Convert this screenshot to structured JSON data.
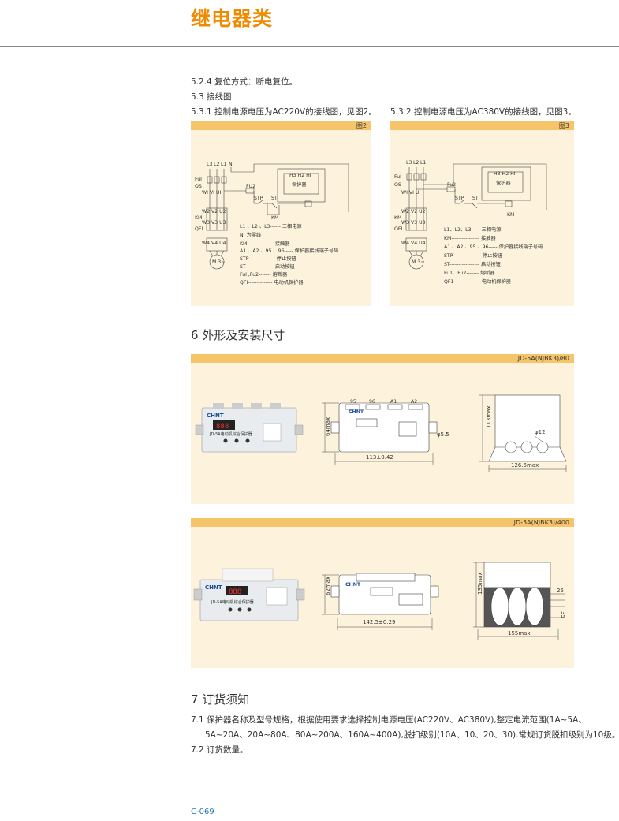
{
  "header": {
    "title": "继电器类"
  },
  "section_5_2_4": "5.2.4 复位方式：断电复位。",
  "section_5_3": "5.3 接线图",
  "section_5_3_1": "5.3.1 控制电源电压为AC220V的接线图，见图2。",
  "section_5_3_2": "5.3.2 控制电源电压为AC380V的接线图，见图3。",
  "fig2": {
    "label": "图2",
    "terminals_top": [
      "L3",
      "L2",
      "L1",
      "N"
    ],
    "fuse": "FuI",
    "qs": "QS",
    "row1": "WI VI UI",
    "row2": "W2 V2 U2",
    "km": "KM",
    "row3": "W3 V3 U3",
    "qf": "QFI",
    "row4": "W4 V4 U4",
    "motor": "M 3~",
    "fu2": "FU2",
    "stp": "STP",
    "st": "ST",
    "km_coil": "KM",
    "protector": "保护器",
    "h_terms": "H3 H2 HI",
    "legend": [
      "L1 、L2 、L3------ 三相电源",
      "N: 为零线",
      "KM--------------- 接触器",
      "A1 、A2 、95 、96----- 保护器接线端子号码",
      "STP--------------- 停止按钮",
      "ST---------------- 启动按钮",
      "FuI ,Fu2------- 熔断器",
      "QFI-------------- 电动机保护器"
    ]
  },
  "fig3": {
    "label": "图3",
    "terminals_top": [
      "L3",
      "L2",
      "L1"
    ],
    "fuse": "FuI",
    "qs": "QS",
    "row1": "WI VI UI",
    "row2": "W2 V2 U2",
    "km": "KM",
    "row3": "W3 V3 U3",
    "qf": "QFI",
    "row4": "W4 V4 U4",
    "motor": "M 3~",
    "fu2": "Fu2",
    "stp": "STP",
    "st": "ST",
    "km_coil": "KM",
    "protector": "保护器",
    "h_terms": "H3 H2 HI",
    "legend": [
      "L1、L2、L3----- 三相电源",
      "KM---------------- 接触器",
      "A1 、A2 、95 、96----- 保护器接线端子号码",
      "STP---------------- 停止按钮",
      "ST----------------- 启动按钮",
      "Fu1、Fu2------- 熔断器",
      "QF1--------------- 电动机保护器"
    ]
  },
  "section_6": "6 外形及安装尺寸",
  "dims80": {
    "model": "JD-5A(NJBK3)/80",
    "terminals": [
      "95",
      "96",
      "A1",
      "A2"
    ],
    "height": "64max",
    "width": "113±0.42",
    "hole": "φ5.5",
    "height3": "113max",
    "width3": "126.5max",
    "dia": "φ12",
    "brand": "CHNT",
    "device_name": "JD-5A电动机综合保护器",
    "display": "888"
  },
  "dims400": {
    "model": "JD-5A(NJBK3)/400",
    "height": "62max",
    "width": "142.5±0.29",
    "height3": "135max",
    "width3": "155max",
    "d1": "25",
    "d2": "35",
    "brand": "CHNT",
    "device_name": "JD-5A电动机综合保护器",
    "display": "888"
  },
  "section_7": "7 订货须知",
  "section_7_1_a": "7.1 保护器名称及型号规格，根据使用要求选择控制电源电压(AC220V、AC380V),整定电流范围(1A~5A、",
  "section_7_1_b": "5A~20A、20A~80A、80A~200A、160A~400A),脱扣级别(10A、10、20、30).常规订货脱扣级别为10级。",
  "section_7_2": "7.2 订货数量。",
  "footer": {
    "page": "C-069"
  },
  "colors": {
    "accent": "#f08a00",
    "fig_bg": "#fdf3dc",
    "fig_bar": "#f6c46a",
    "page_num": "#2a7ab0"
  }
}
